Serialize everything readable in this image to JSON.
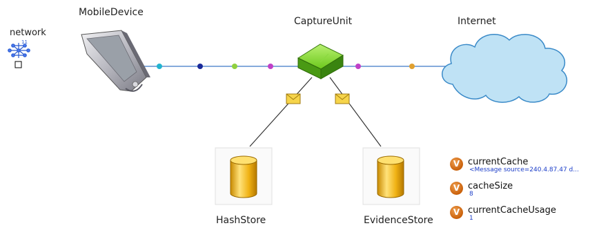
{
  "labels": {
    "network": "network",
    "network_badge": "11",
    "mobile_device": "MobileDevice",
    "capture_unit": "CaptureUnit",
    "internet": "Internet",
    "hash_store": "HashStore",
    "evidence_store": "EvidenceStore"
  },
  "variables": [
    {
      "badge": "V",
      "name": "currentCache",
      "value": "<Message source=240.4.87.47 d..."
    },
    {
      "badge": "V",
      "name": "cacheSize",
      "value": "8"
    },
    {
      "badge": "V",
      "name": "currentCacheUsage",
      "value": "1"
    }
  ],
  "colors": {
    "link_line": "#3c78c8",
    "dot_colors": [
      "#22b4d0",
      "#1a2a9a",
      "#8fd040",
      "#c040c8",
      "#c040c8",
      "#e0a030"
    ],
    "capture_unit": "#66c41c",
    "cloud_fill": "#bfe2f5",
    "store_fill": "#f2b81a",
    "message_icon": "#f6d44a",
    "variable_badge": "#d0701a",
    "variable_value": "#1a3cc8"
  },
  "icons": {
    "network": "network-topology-icon",
    "mobile_device": "pda-device-icon",
    "capture_unit": "green-box-icon",
    "internet": "cloud-icon",
    "stores": "database-cylinder-icon",
    "messages": "envelope-icon",
    "variable": "variable-badge-icon"
  }
}
